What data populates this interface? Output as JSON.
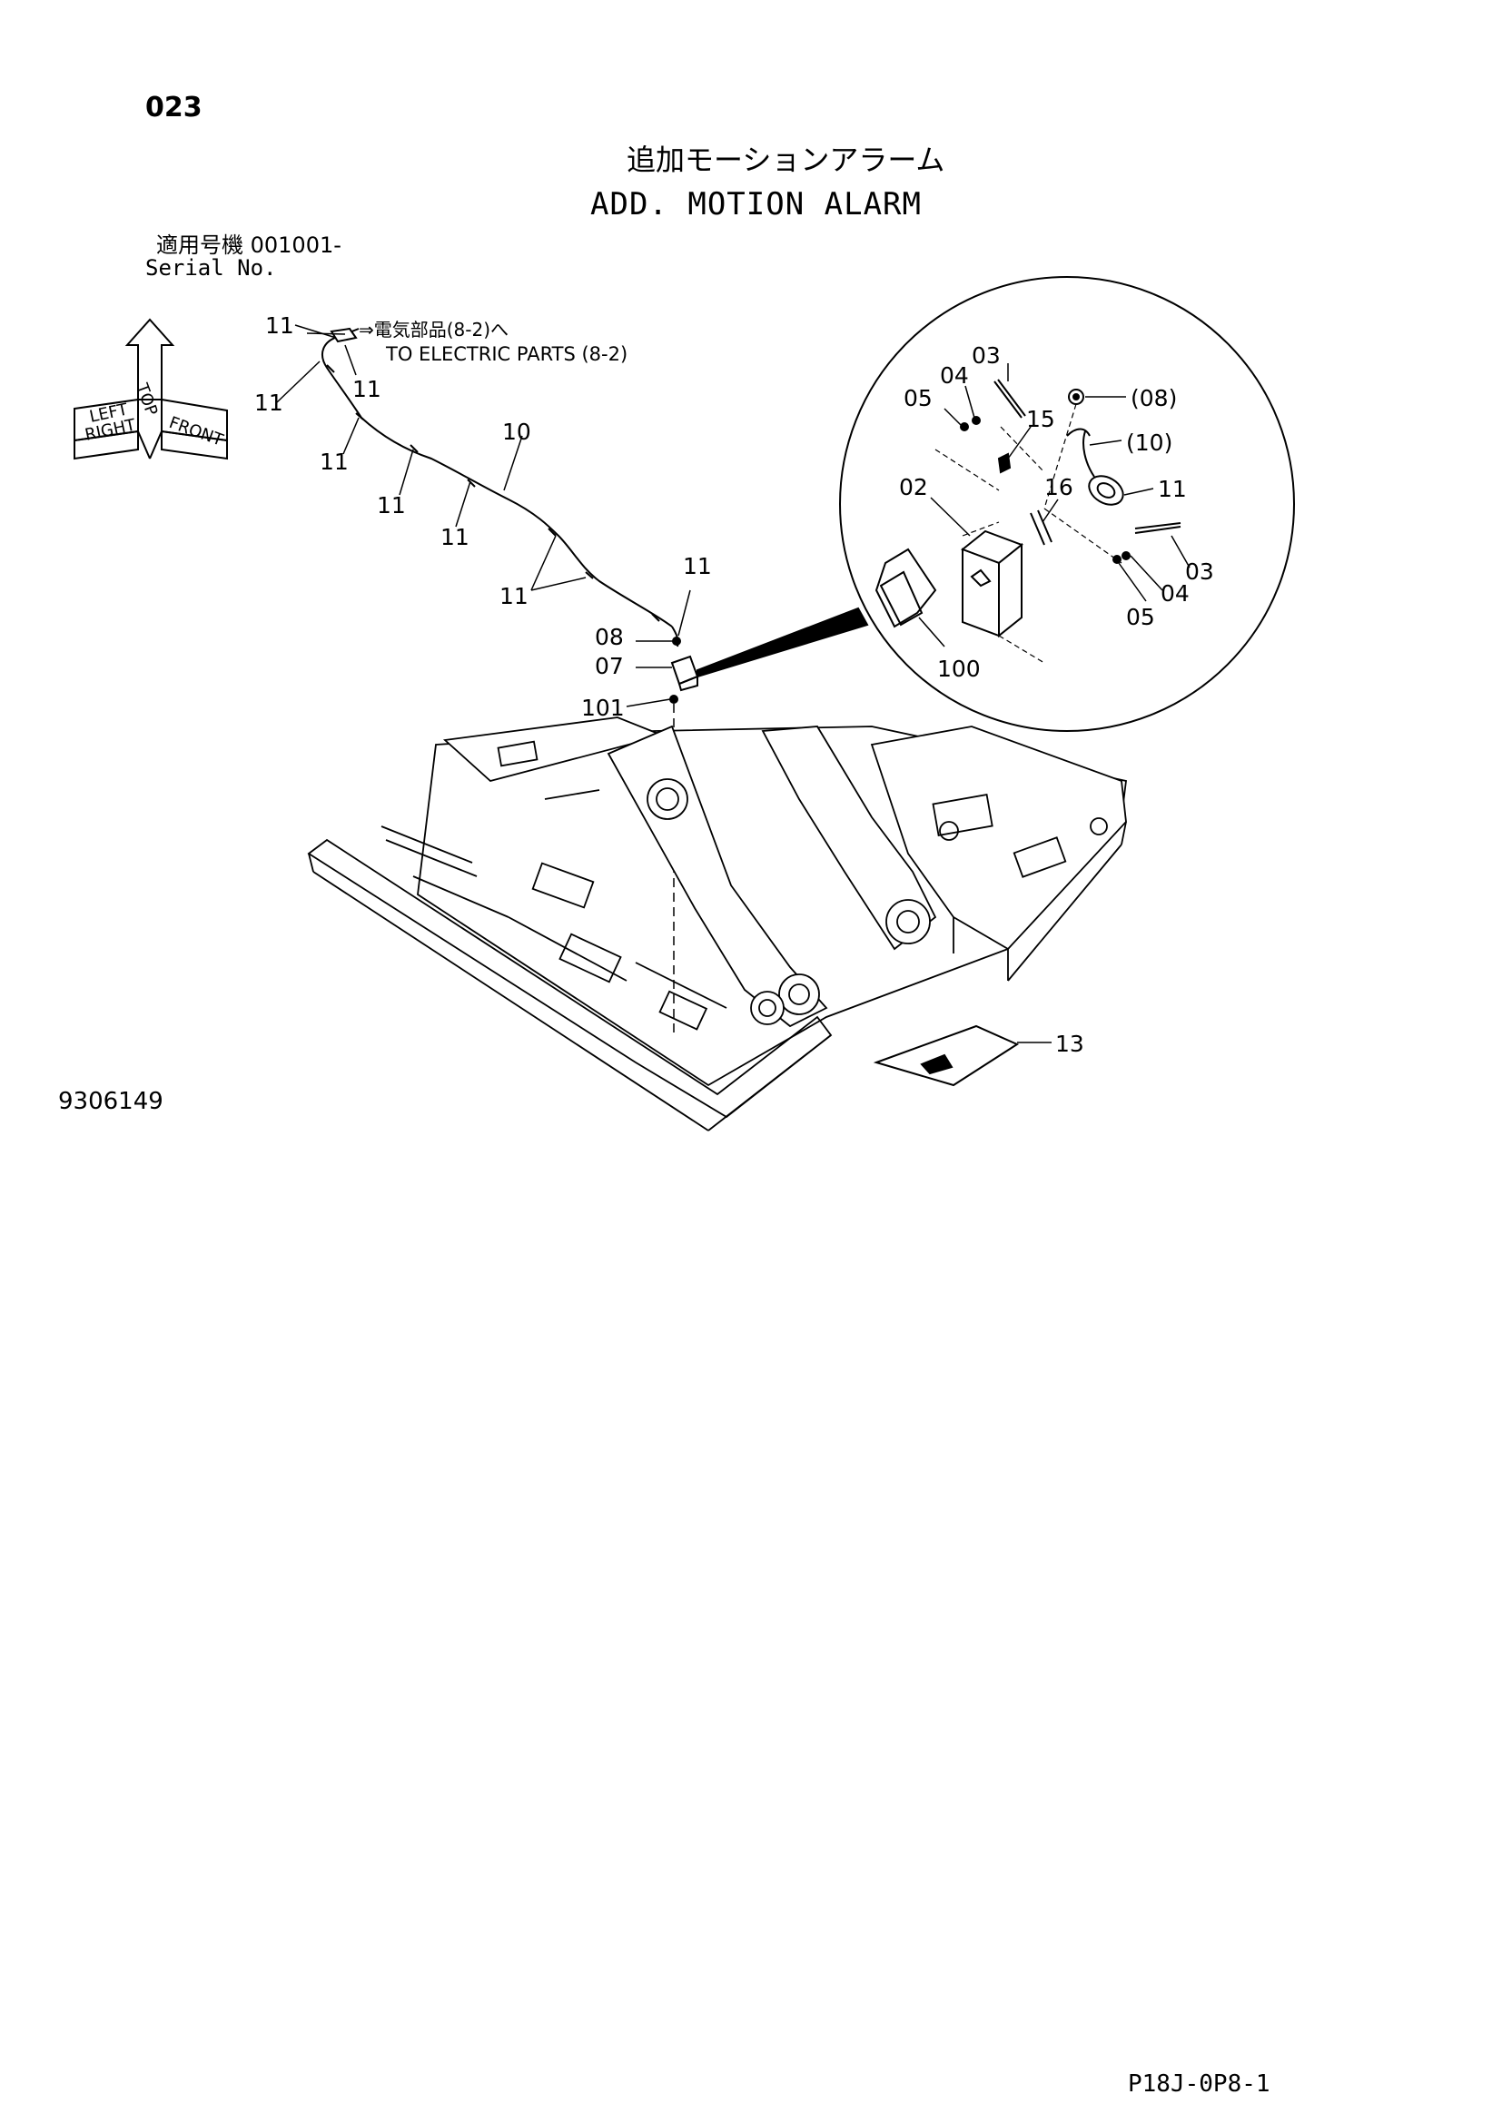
{
  "header": {
    "page_no": "023",
    "title_jp": "追加モーションアラーム",
    "title_en": "ADD. MOTION ALARM",
    "serial_jp": "適用号機  001001-",
    "serial_en": "Serial No."
  },
  "orientation": {
    "top": "TOP",
    "front": "FRONT",
    "right": "RIGHT",
    "left": "LEFT"
  },
  "note": {
    "jp": "⇒電気部品(8-2)へ",
    "en": "TO ELECTRIC PARTS (8-2)"
  },
  "callouts": {
    "c11a": "11",
    "c11b": "11",
    "c11c": "11",
    "c11d": "11",
    "c11e": "11",
    "c11f": "11",
    "c11g": "11",
    "c11h": "11",
    "c10": "10",
    "c08": "08",
    "c07": "07",
    "c101": "101",
    "c13": "13"
  },
  "detail_callouts": {
    "d05a": "05",
    "d04a": "04",
    "d03a": "03",
    "d08": "(08)",
    "d15": "15",
    "d10": "(10)",
    "d02": "02",
    "d16": "16",
    "d11": "11",
    "d03b": "03",
    "d04b": "04",
    "d05b": "05",
    "d100": "100"
  },
  "footer": {
    "figure_no": "9306149",
    "sheet_code": "P18J-0P8-1"
  }
}
